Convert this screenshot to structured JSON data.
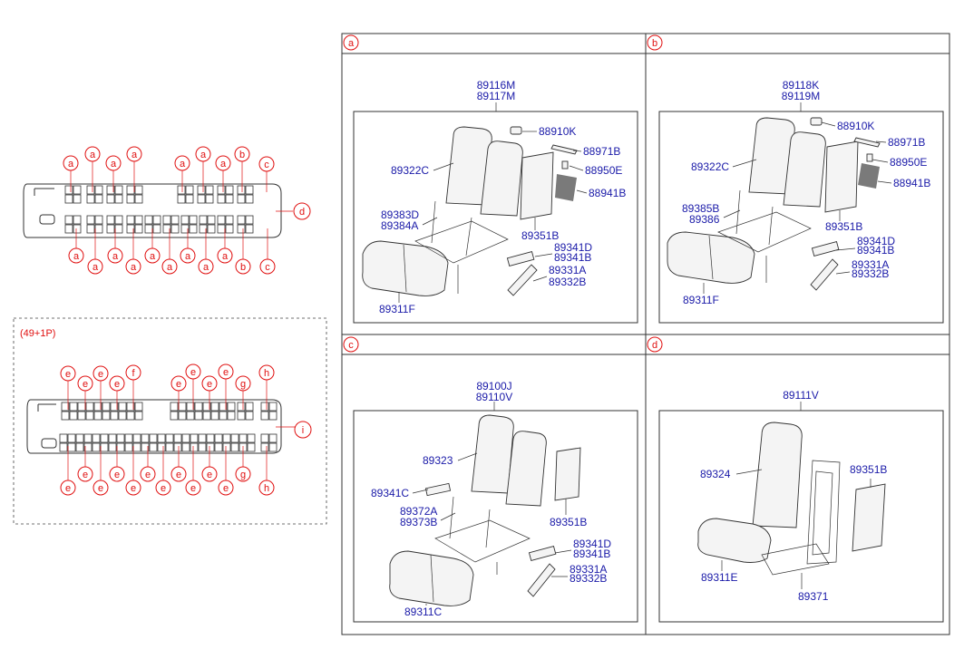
{
  "layout_small": {
    "group_label": "(49+1P)",
    "top_bus_top_refs": [
      "a",
      "a",
      "a",
      "a",
      "a",
      "a",
      "a",
      "b",
      "c"
    ],
    "top_bus_bottom_refs": [
      "a",
      "a",
      "a",
      "a",
      "a",
      "a",
      "a",
      "a",
      "a",
      "b",
      "c"
    ],
    "top_bus_side_ref": "d",
    "bottom_bus_top_refs": [
      "e",
      "e",
      "e",
      "e",
      "f",
      "e",
      "e",
      "e",
      "e",
      "g",
      "h"
    ],
    "bottom_bus_bottom_refs": [
      "e",
      "e",
      "e",
      "e",
      "e",
      "e",
      "e",
      "e",
      "e",
      "g",
      "h"
    ],
    "bottom_bus_side_ref": "i"
  },
  "panels": [
    {
      "id": "a",
      "assembly": [
        "89116M",
        "89117M"
      ],
      "parts": [
        "88910K",
        "88971B",
        "89322C",
        "88950E",
        "88941B",
        "89383D",
        "89384A",
        "89351B",
        "89341D",
        "89341B",
        "89331A",
        "89332B",
        "89311F"
      ]
    },
    {
      "id": "b",
      "assembly": [
        "89118K",
        "89119M"
      ],
      "parts": [
        "88910K",
        "88971B",
        "89322C",
        "88950E",
        "88941B",
        "89385B",
        "89386",
        "89351B",
        "89341D",
        "89341B",
        "89331A",
        "89332B",
        "89311F"
      ]
    },
    {
      "id": "c",
      "assembly": [
        "89100J",
        "89110V"
      ],
      "parts": [
        "89323",
        "89341C",
        "89372A",
        "89373B",
        "89351B",
        "89341D",
        "89341B",
        "89331A",
        "89332B",
        "89311C"
      ]
    },
    {
      "id": "d",
      "assembly": [
        "89111V"
      ],
      "parts": [
        "89324",
        "89351B",
        "89311E",
        "89371"
      ]
    }
  ]
}
